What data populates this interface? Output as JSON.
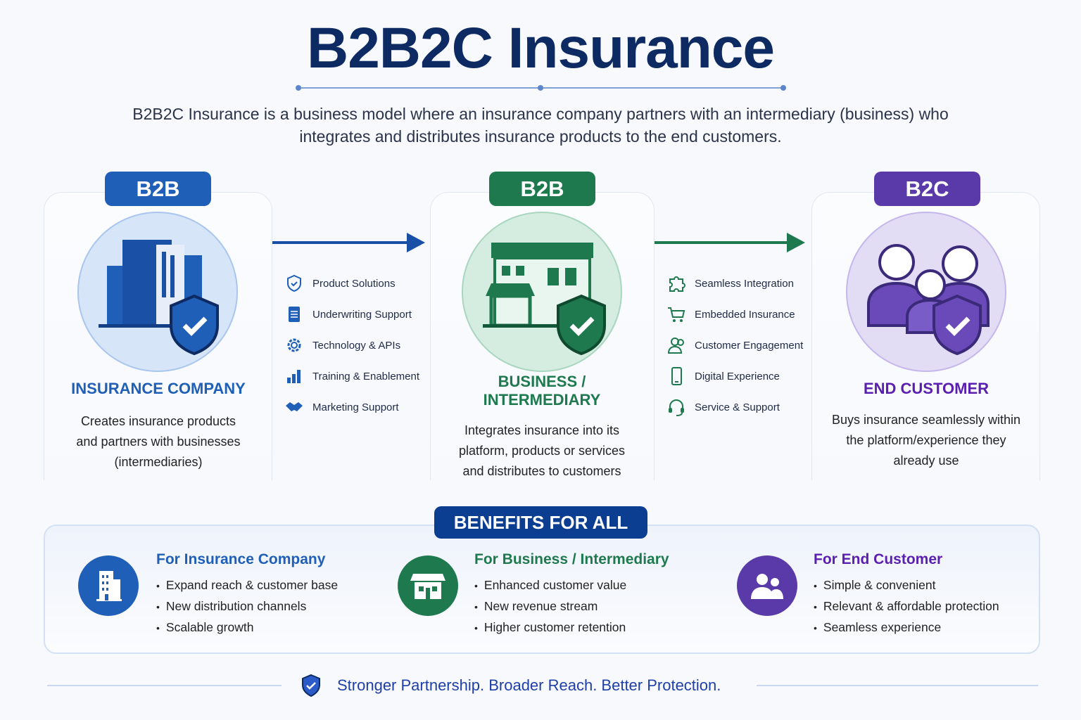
{
  "title": "B2B2C Insurance",
  "intro": "B2B2C Insurance is a business model where an insurance company partners with an intermediary (business) who integrates and distributes insurance products to the end customers.",
  "colors": {
    "blue": "#1f5fb8",
    "green": "#1e7a4e",
    "purple": "#5a3aa8",
    "navy": "#0b3d91"
  },
  "columns": [
    {
      "badge": "B2B",
      "title": "INSURANCE COMPANY",
      "description": "Creates insurance products and partners with businesses (intermediaries)",
      "icon": "building-shield-icon"
    },
    {
      "badge": "B2B",
      "title": "BUSINESS / INTERMEDIARY",
      "description": "Integrates insurance into its platform, products or services and distributes to customers",
      "icon": "storefront-shield-icon"
    },
    {
      "badge": "B2C",
      "title": "END CUSTOMER",
      "description": "Buys insurance seamlessly within the platform/experience they already use",
      "icon": "family-shield-icon"
    }
  ],
  "insurer_offers": [
    {
      "label": "Product Solutions",
      "icon": "shield-check-icon"
    },
    {
      "label": "Underwriting Support",
      "icon": "document-icon"
    },
    {
      "label": "Technology & APIs",
      "icon": "gear-icon"
    },
    {
      "label": "Training & Enablement",
      "icon": "bar-chart-icon"
    },
    {
      "label": "Marketing Support",
      "icon": "handshake-icon"
    }
  ],
  "intermediary_offers": [
    {
      "label": "Seamless Integration",
      "icon": "puzzle-icon"
    },
    {
      "label": "Embedded Insurance",
      "icon": "cart-icon"
    },
    {
      "label": "Customer Engagement",
      "icon": "users-icon"
    },
    {
      "label": "Digital Experience",
      "icon": "mobile-icon"
    },
    {
      "label": "Service & Support",
      "icon": "headset-icon"
    }
  ],
  "benefits": {
    "title": "BENEFITS FOR ALL",
    "groups": [
      {
        "title": "For Insurance Company",
        "items": [
          "Expand reach & customer base",
          "New distribution channels",
          "Scalable growth"
        ]
      },
      {
        "title": "For Business / Intermediary",
        "items": [
          "Enhanced customer value",
          "New revenue stream",
          "Higher customer retention"
        ]
      },
      {
        "title": "For End Customer",
        "items": [
          "Simple & convenient",
          "Relevant & affordable protection",
          "Seamless experience"
        ]
      }
    ]
  },
  "footer": "Stronger Partnership. Broader Reach. Better Protection."
}
